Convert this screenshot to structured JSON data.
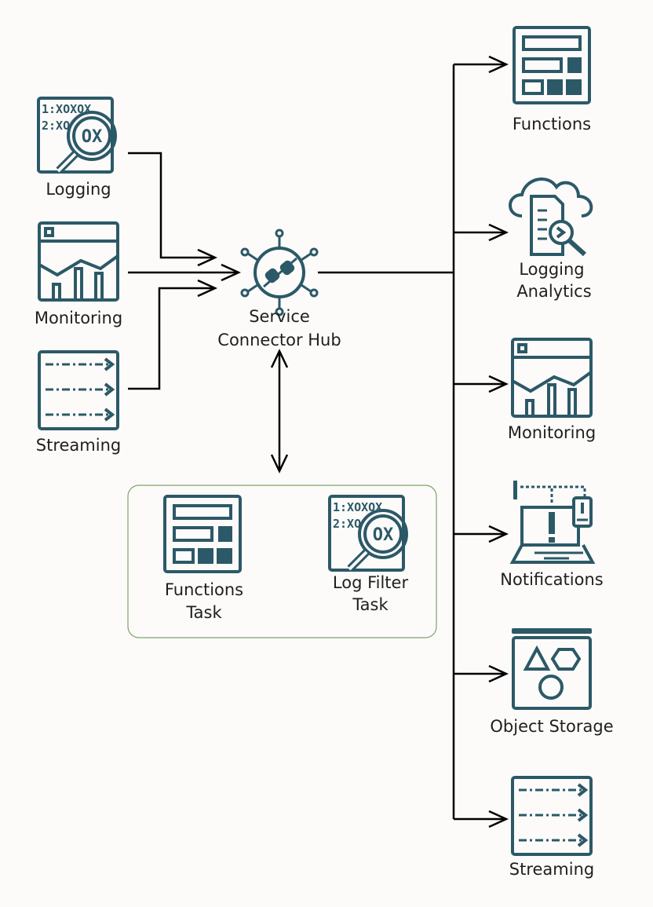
{
  "sources": [
    {
      "label": "Logging",
      "icon": "logging-icon"
    },
    {
      "label": "Monitoring",
      "icon": "monitoring-icon"
    },
    {
      "label": "Streaming",
      "icon": "streaming-icon"
    }
  ],
  "hub": {
    "label_line1": "Service",
    "label_line2": "Connector Hub",
    "icon": "plug-connector-icon"
  },
  "tasks": [
    {
      "label_line1": "Functions",
      "label_line2": "Task",
      "icon": "functions-icon"
    },
    {
      "label_line1": "Log Filter",
      "label_line2": "Task",
      "icon": "logging-icon"
    }
  ],
  "targets": [
    {
      "label": "Functions",
      "icon": "functions-icon"
    },
    {
      "label_line1": "Logging",
      "label_line2": "Analytics",
      "icon": "cloud-document-search-icon"
    },
    {
      "label": "Monitoring",
      "icon": "monitoring-icon"
    },
    {
      "label": "Notifications",
      "icon": "laptop-alert-icon"
    },
    {
      "label": "Object Storage",
      "icon": "object-storage-icon"
    },
    {
      "label": "Streaming",
      "icon": "streaming-icon"
    }
  ],
  "icon_text": {
    "log_line1": "1:XOXOX",
    "log_line2": "2:XO",
    "lens": "OX"
  },
  "colors": {
    "icon": "#2c5967",
    "task_border": "#7ea36a",
    "background": "#fcfbfa"
  }
}
